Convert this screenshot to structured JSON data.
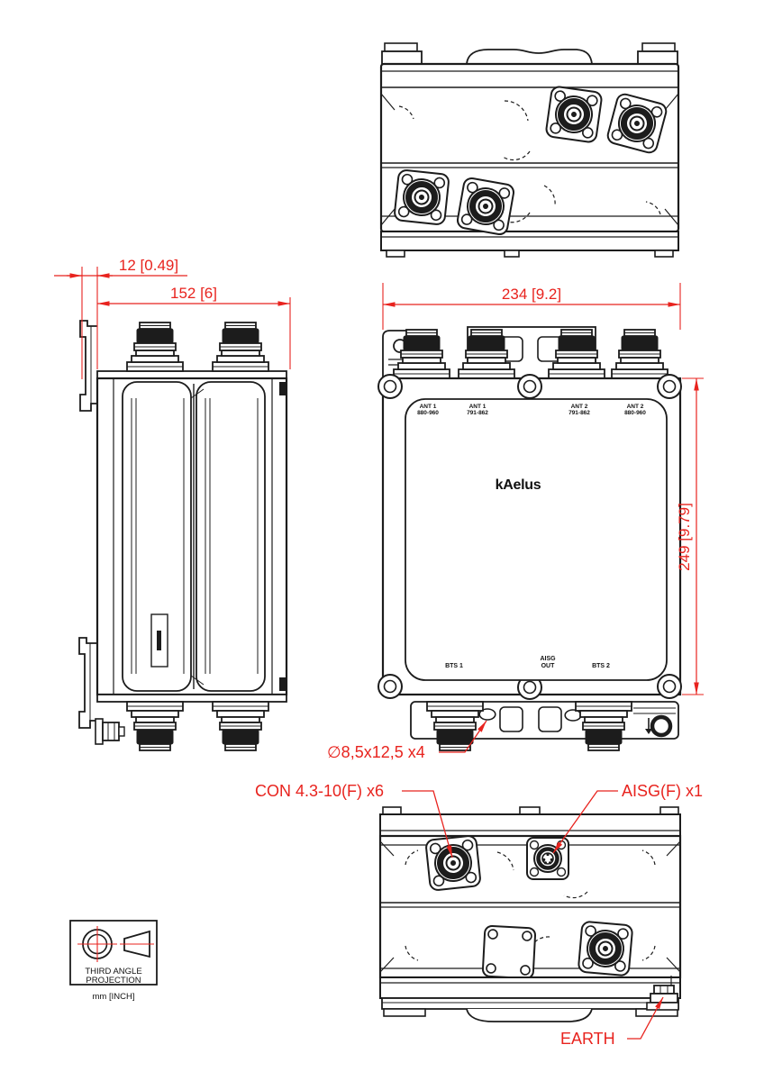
{
  "colors": {
    "dimension_red": "#e8231e",
    "line_black": "#1c1c1c",
    "background": "#ffffff"
  },
  "dimensions": {
    "bracket_offset": "12 [0.49]",
    "depth": "152 [6]",
    "width": "234 [9.2]",
    "height": "249 [9.79]"
  },
  "callouts": {
    "mounting_slots": "∅8,5x12,5 x4",
    "rf_connectors": "CON 4.3-10(F) x6",
    "aisg_connector": "AISG(F) x1",
    "earth": "EARTH"
  },
  "front_panel": {
    "brand": "kAelus",
    "ant_ports": [
      {
        "name": "ANT 1",
        "band": "880-960"
      },
      {
        "name": "ANT 1",
        "band": "791-862"
      },
      {
        "name": "ANT 2",
        "band": "791-862"
      },
      {
        "name": "ANT 2",
        "band": "880-960"
      }
    ],
    "bts_port_1": "BTS 1",
    "aisg_out": {
      "line1": "AISG",
      "line2": "OUT"
    },
    "bts_port_2": "BTS 2"
  },
  "projection_box": {
    "line1": "THIRD ANGLE",
    "line2": "PROJECTION",
    "units": "mm [INCH]"
  }
}
